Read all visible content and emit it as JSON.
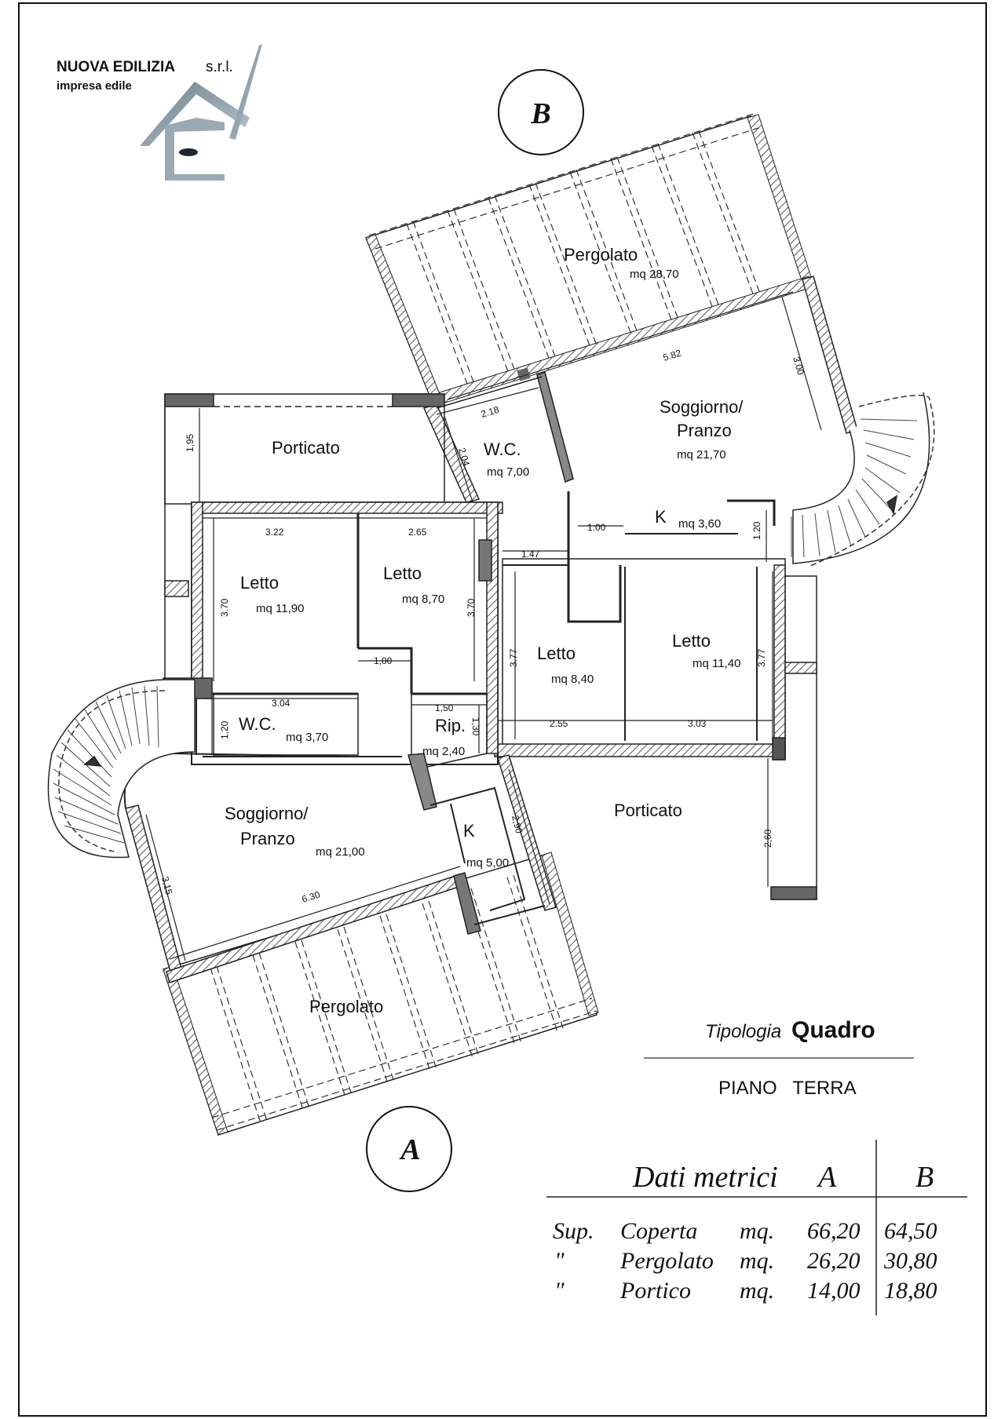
{
  "company": {
    "name": "NUOVA EDILIZIA",
    "suffix": "s.r.l.",
    "tagline": "impresa edile"
  },
  "sections": {
    "a": "A",
    "b": "B"
  },
  "rooms": [
    {
      "id": "pergolato-top",
      "name": "Pergolato",
      "area": "mq 28,70"
    },
    {
      "id": "soggiorno-b",
      "name_line1": "Soggiorno/",
      "name_line2": "Pranzo",
      "area": "mq 21,70"
    },
    {
      "id": "wc-b",
      "name": "W.C.",
      "area": "mq 7,00"
    },
    {
      "id": "porticato-b",
      "name": "Porticato"
    },
    {
      "id": "k-b",
      "name": "K",
      "area": "mq 3,60"
    },
    {
      "id": "letto-1",
      "name": "Letto",
      "area": "mq 11,90"
    },
    {
      "id": "letto-2",
      "name": "Letto",
      "area": "mq 8,70"
    },
    {
      "id": "letto-3",
      "name": "Letto",
      "area": "mq 8,40"
    },
    {
      "id": "letto-4",
      "name": "Letto",
      "area": "mq 11,40"
    },
    {
      "id": "wc-a",
      "name": "W.C.",
      "area": "mq 3,70"
    },
    {
      "id": "rip",
      "name": "Rip.",
      "area": "mq 2,40"
    },
    {
      "id": "soggiorno-a",
      "name_line1": "Soggiorno/",
      "name_line2": "Pranzo",
      "area": "mq 21,00"
    },
    {
      "id": "k-a",
      "name": "K",
      "area": "mq 5,00"
    },
    {
      "id": "porticato-a",
      "name": "Porticato"
    },
    {
      "id": "pergolato-bottom",
      "name": "Pergolato"
    }
  ],
  "dimensions": {
    "d582": "5.82",
    "d300": "3.00",
    "d218": "2.18",
    "d204": "2.04",
    "d195": "1,95",
    "d100a": "1.00",
    "d120a": "1.20",
    "d147": "1.47",
    "d322": "3.22",
    "d265": "2.65",
    "d370a": "3.70",
    "d370b": "3.70",
    "d377a": "3.77",
    "d377b": "3.77",
    "d100b": "1,00",
    "d304": "3.04",
    "d120b": "1,20",
    "d150": "1,50",
    "d130": "1,30",
    "d255": "2.55",
    "d303": "3.03",
    "d290": "2,90",
    "d260": "2,60",
    "d315": "3,15",
    "d630": "6.30"
  },
  "title_block": {
    "tipologia_label": "Tipologia",
    "tipologia_name": "Quadro",
    "floor": "PIANO   TERRA"
  },
  "metrics": {
    "heading": "Dati metrici",
    "col_a": "A",
    "col_b": "B",
    "rows": [
      {
        "prefix": "Sup.",
        "label": "Coperta",
        "unit": "mq.",
        "a": "66,20",
        "b": "64,50"
      },
      {
        "prefix": "\"",
        "label": "Pergolato",
        "unit": "mq.",
        "a": "26,20",
        "b": "30,80"
      },
      {
        "prefix": "\"",
        "label": "Portico",
        "unit": "mq.",
        "a": "14,00",
        "b": "18,80"
      }
    ]
  }
}
